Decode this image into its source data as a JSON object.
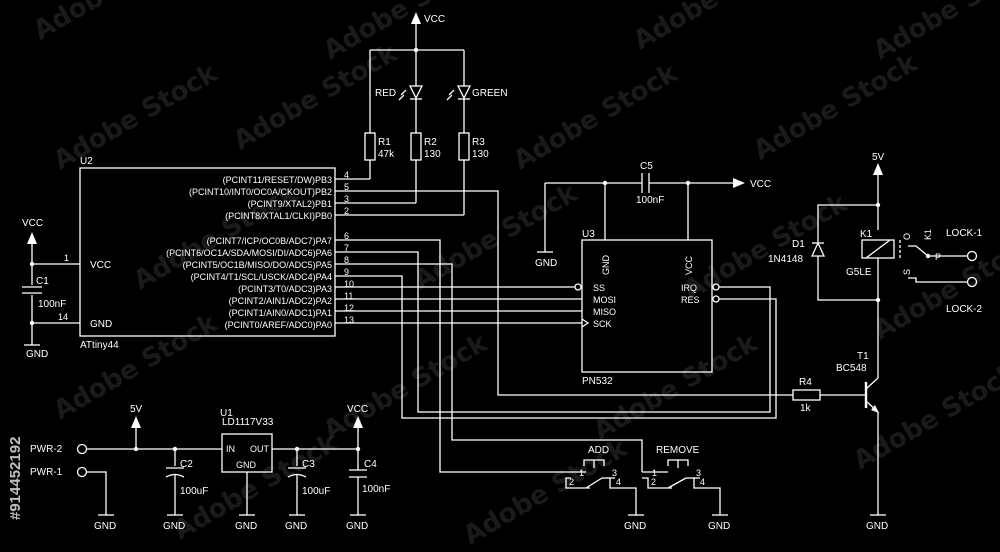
{
  "watermark": {
    "text": "Adobe Stock",
    "side_id": "#914452192"
  },
  "rails": {
    "vcc": "VCC",
    "five_v": "5V",
    "gnd": "GND"
  },
  "u2": {
    "ref": "U2",
    "part": "ATtiny44",
    "vcc": "VCC",
    "gnd": "GND",
    "pins": [
      {
        "label": "(PCINT11/RESET/DW)PB3",
        "num": "4"
      },
      {
        "label": "(PCINT10/INT0/OC0A/CKOUT)PB2",
        "num": "5"
      },
      {
        "label": "(PCINT9/XTAL2)PB1",
        "num": "3"
      },
      {
        "label": "(PCINT8/XTAL1/CLKI)PB0",
        "num": "2"
      },
      {
        "label": "(PCINT7/ICP/OC0B/ADC7)PA7",
        "num": "6"
      },
      {
        "label": "(PCINT6/OC1A/SDA/MOSI/DI/ADC6)PA6",
        "num": "7"
      },
      {
        "label": "(PCINT5/OC1B/MISO/DO/ADC5)PA5",
        "num": "8"
      },
      {
        "label": "(PCINT4/T1/SCL/USCK/ADC4)PA4",
        "num": "9"
      },
      {
        "label": "(PCINT3/T0/ADC3)PA3",
        "num": "10"
      },
      {
        "label": "(PCINT2/AIN1/ADC2)PA2",
        "num": "11"
      },
      {
        "label": "(PCINT1/AIN0/ADC1)PA1",
        "num": "12"
      },
      {
        "label": "(PCINT0/AREF/ADC0)PA0",
        "num": "13"
      }
    ],
    "vcc_pin": "1",
    "gnd_pin": "14"
  },
  "u3": {
    "ref": "U3",
    "part": "PN532",
    "gnd": "GND",
    "vcc": "VCC",
    "ss": "SS",
    "mosi": "MOSI",
    "miso": "MISO",
    "sck": "SCK",
    "irq": "IRQ",
    "res": "RES"
  },
  "u1": {
    "ref": "U1",
    "part": "LD1117V33",
    "in": "IN",
    "out": "OUT",
    "gnd": "GND"
  },
  "r1": {
    "ref": "R1",
    "value": "47k"
  },
  "r2": {
    "ref": "R2",
    "value": "130"
  },
  "r3": {
    "ref": "R3",
    "value": "130"
  },
  "r4": {
    "ref": "R4",
    "value": "1k"
  },
  "leds": {
    "red": "RED",
    "green": "GREEN"
  },
  "c1": {
    "ref": "C1",
    "value": "100nF"
  },
  "c2": {
    "ref": "C2",
    "value": "100uF"
  },
  "c3": {
    "ref": "C3",
    "value": "100uF"
  },
  "c4": {
    "ref": "C4",
    "value": "100nF"
  },
  "c5": {
    "ref": "C5",
    "value": "100nF"
  },
  "d1": {
    "ref": "D1",
    "value": "1N4148"
  },
  "k1": {
    "ref": "K1",
    "part": "G5LE",
    "p": "P",
    "o": "O",
    "s": "S",
    "label": "K1"
  },
  "t1": {
    "ref": "T1",
    "part": "BC548"
  },
  "lock": {
    "l1": "LOCK-1",
    "l2": "LOCK-2"
  },
  "pwr": {
    "p2": "PWR-2",
    "p1": "PWR-1"
  },
  "buttons": {
    "add": "ADD",
    "remove": "REMOVE",
    "p1": "1",
    "p2": "2",
    "p3": "3",
    "p4": "4"
  }
}
